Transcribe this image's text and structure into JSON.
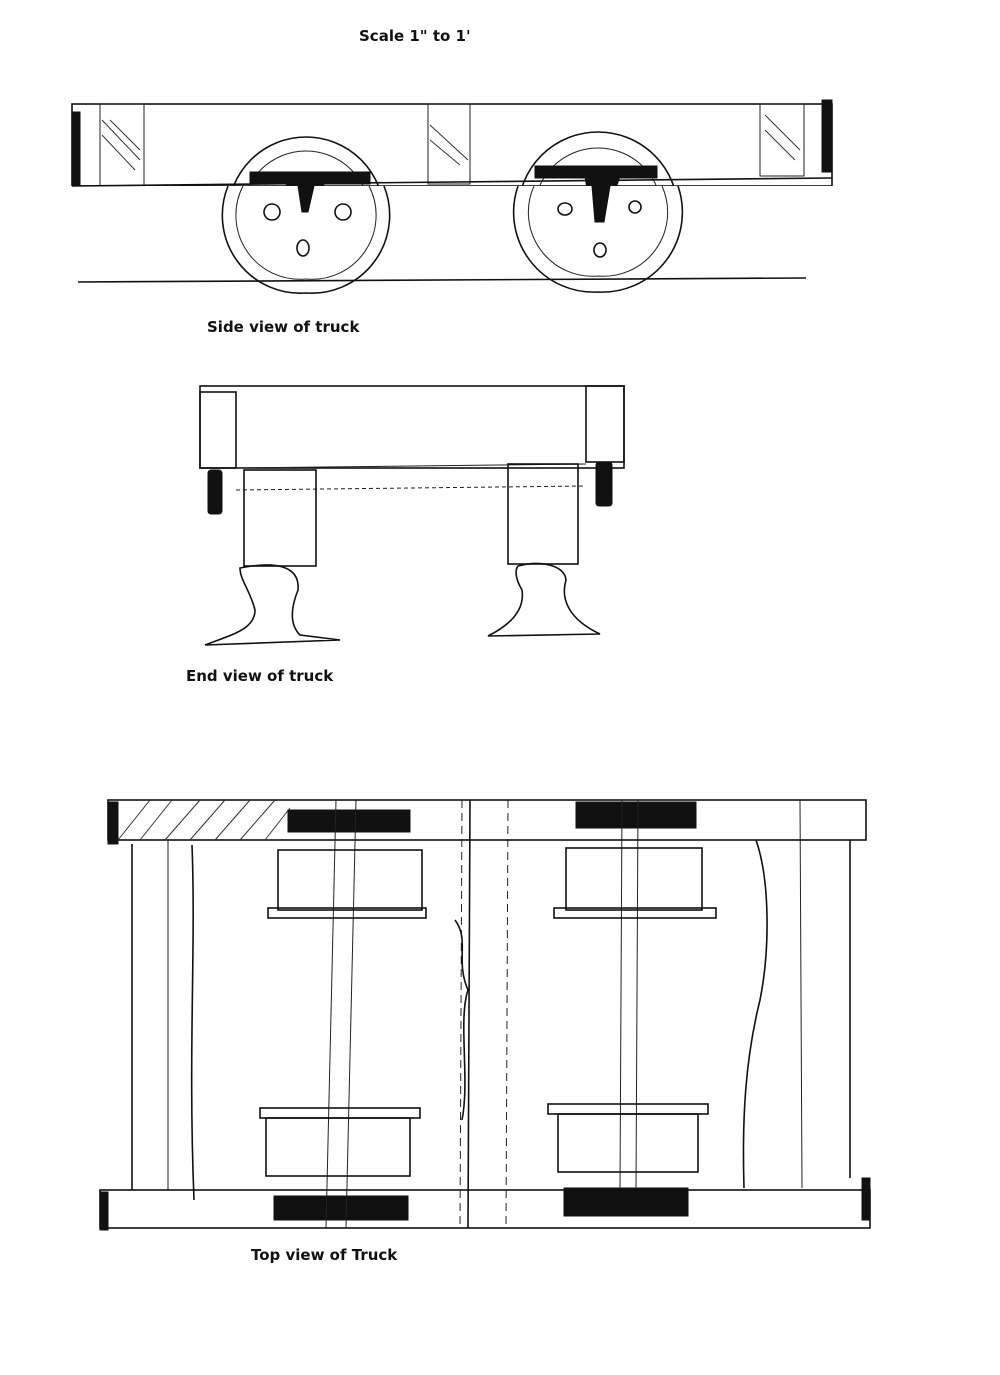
{
  "title": "Scale 1\" to 1'",
  "captions": {
    "side": "Side view of truck",
    "end": "End view of truck",
    "top": "Top view of Truck"
  }
}
